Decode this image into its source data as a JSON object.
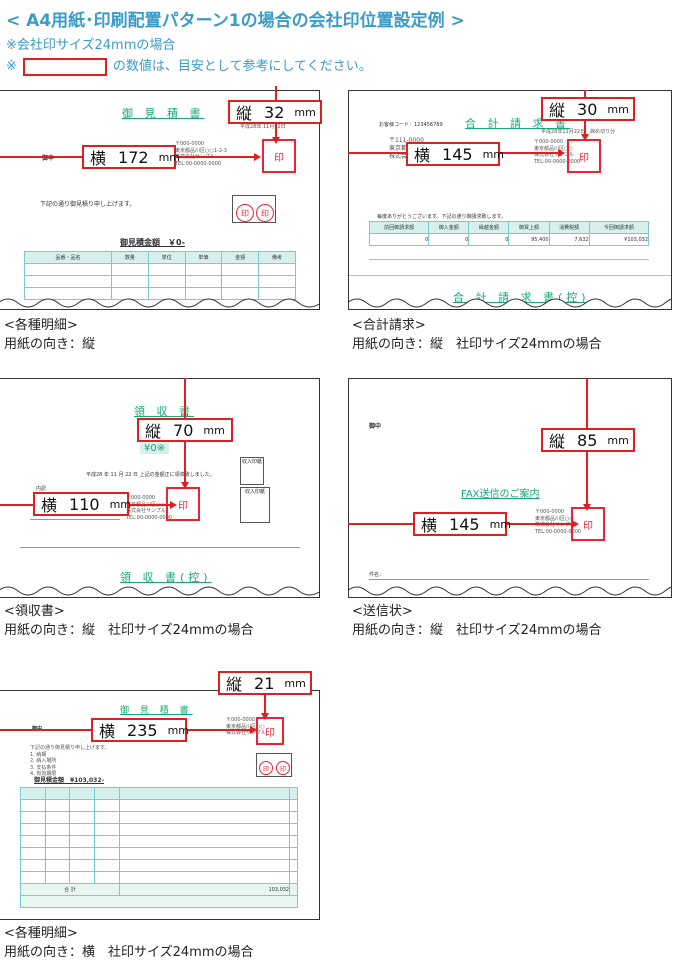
{
  "header": {
    "title": "< A4用紙･印刷配置パターン1の場合の会社印位置設定例 >",
    "note1": "※会社印サイズ24mmの場合",
    "note2_prefix": "※",
    "note2_suffix": "の数値は、目安として参考にしてください。"
  },
  "labels": {
    "tate": "縦",
    "yoko": "横",
    "mm": "mm"
  },
  "examples": [
    {
      "tate": "32",
      "yoko": "172",
      "caption1": "<各種明細>",
      "caption2": "用紙の向き：縦",
      "doc_title": "御 見 積 書",
      "date": "平成28年 11月22日",
      "summary": "御見積金額　￥0-",
      "body_line": "下記の通り御見積り申し上げます。",
      "headers": [
        "品番・品名",
        "数量",
        "単位",
        "単価",
        "金額",
        "備考"
      ]
    },
    {
      "tate": "30",
      "yoko": "145",
      "caption1": "<合計請求>",
      "caption2": "用紙の向き：縦　社印サイズ24mmの場合",
      "doc_title": "合 計 請 求 書",
      "doc_title2": "合 計 請 求 書(控)",
      "date": "平成28年11月22日　締め切り分",
      "code": "お客様コード：123456789",
      "body_line": "毎度ありがとうございます。下記の通り御請求致します。",
      "headers": [
        "前回御請求額",
        "御入金額",
        "繰越金額",
        "御買上額",
        "消費税額",
        "今回御請求額"
      ],
      "values": [
        "0",
        "0",
        "0",
        "95,400",
        "7,632",
        "¥103,032"
      ]
    },
    {
      "tate": "70",
      "yoko": "110",
      "caption1": "<領収書>",
      "caption2": "用紙の向き：縦　社印サイズ24mmの場合",
      "doc_title": "領 収 書",
      "doc_title2": "領 収 書(控)",
      "amount": "¥0※",
      "body_line": "平成28 年 11 月 22 日 上記の金額正に領収致しました。"
    },
    {
      "tate": "85",
      "yoko": "145",
      "caption1": "<送信状>",
      "caption2": "用紙の向き：縦　社印サイズ24mmの場合",
      "doc_title": "FAX送信のご案内",
      "subject": "件名："
    },
    {
      "tate": "21",
      "yoko": "235",
      "caption1": "<各種明細>",
      "caption2": "用紙の向き：横　社印サイズ24mmの場合",
      "doc_title": "御 見 積 書",
      "summary": "御見積金額　¥103,032-",
      "total_label": "合 計",
      "total_value": "103,032"
    }
  ],
  "colors": {
    "accent": "#3a9cc8",
    "marker": "#e02020",
    "doc_green": "#1aa87a"
  }
}
